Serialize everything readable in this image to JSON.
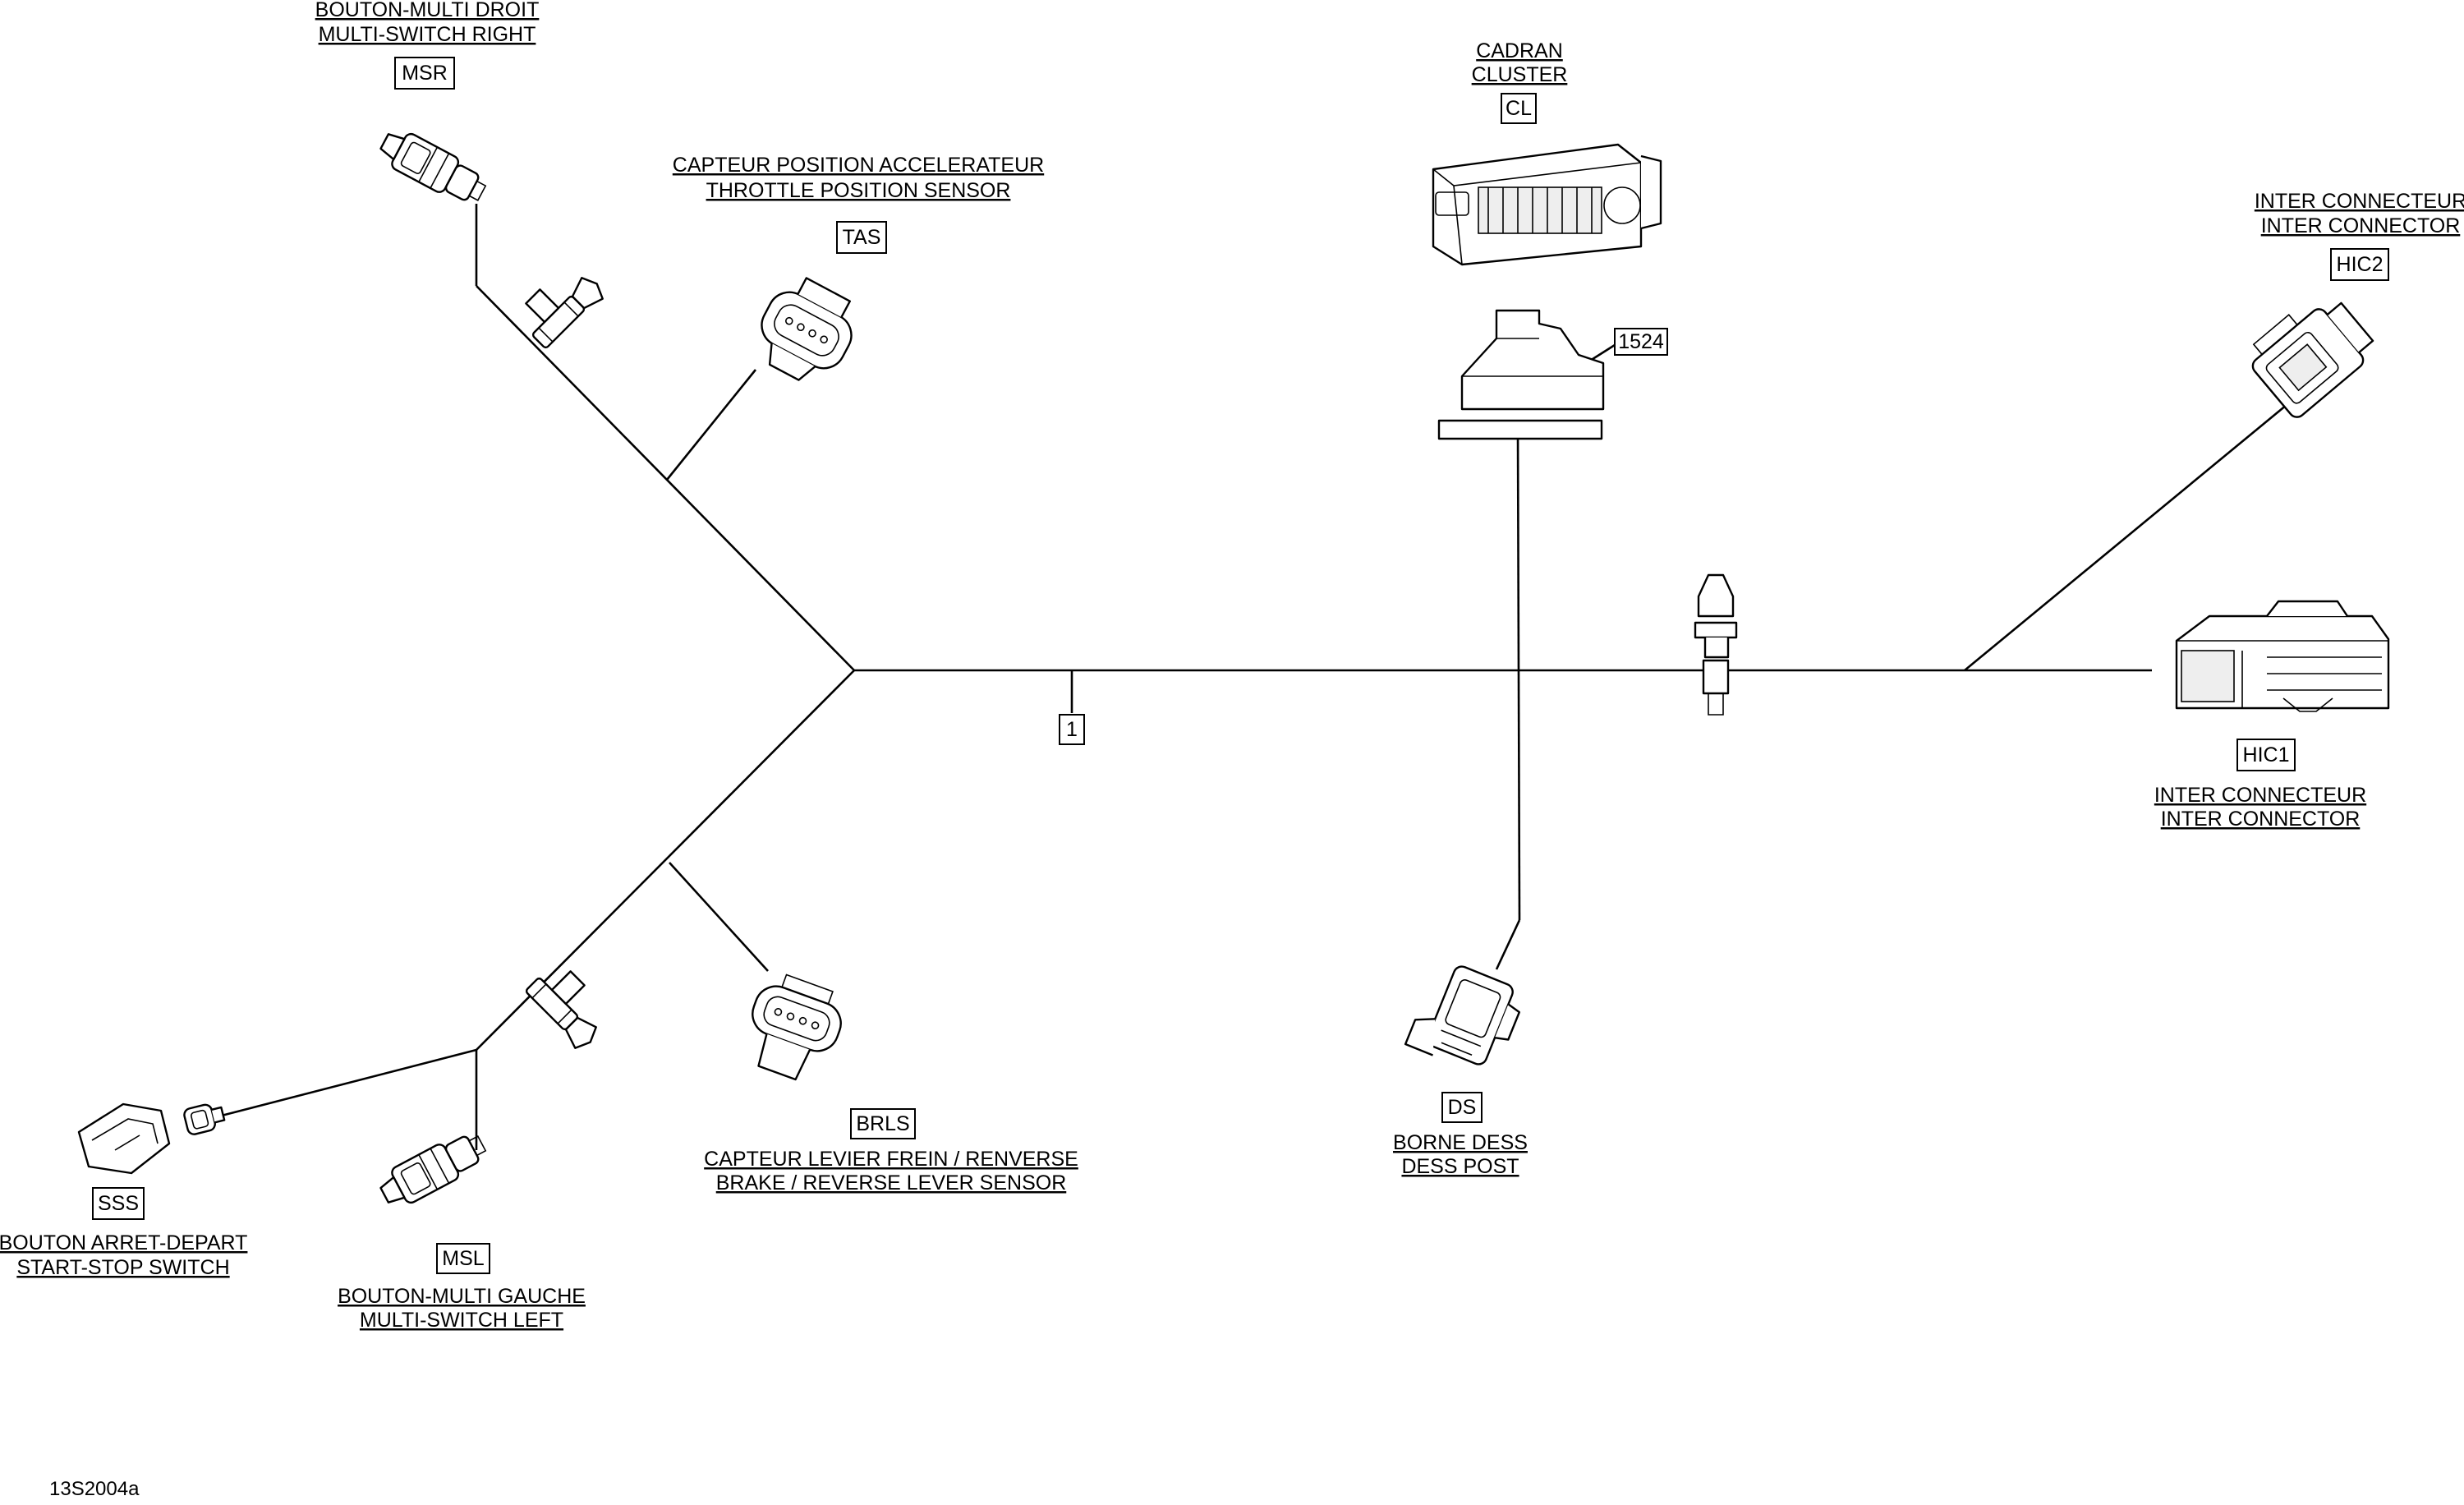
{
  "connectors": {
    "msr": {
      "code": "MSR",
      "fr": "BOUTON-MULTI DROIT",
      "en": "MULTI-SWITCH RIGHT"
    },
    "tas": {
      "code": "TAS",
      "fr": "CAPTEUR POSITION ACCELERATEUR",
      "en": "THROTTLE POSITION SENSOR"
    },
    "cl": {
      "code": "CL",
      "fr": "CADRAN",
      "en": "CLUSTER"
    },
    "hic2": {
      "code": "HIC2",
      "fr": "INTER CONNECTEUR",
      "en": "INTER CONNECTOR"
    },
    "hic1": {
      "code": "HIC1",
      "fr": "INTER CONNECTEUR",
      "en": "INTER CONNECTOR"
    },
    "ds": {
      "code": "DS",
      "fr": "BORNE DESS",
      "en": "DESS POST"
    },
    "brls": {
      "code": "BRLS",
      "fr": "CAPTEUR LEVIER FREIN / RENVERSE",
      "en": "BRAKE / REVERSE LEVER SENSOR"
    },
    "sss": {
      "code": "SSS",
      "fr": "BOUTON ARRET-DEPART",
      "en": "START-STOP SWITCH"
    },
    "msl": {
      "code": "MSL",
      "fr": "BOUTON-MULTI GAUCHE",
      "en": "MULTI-SWITCH LEFT"
    }
  },
  "callouts": {
    "harness": "1",
    "grommet": "1524"
  },
  "figure_id": "13S2004a"
}
